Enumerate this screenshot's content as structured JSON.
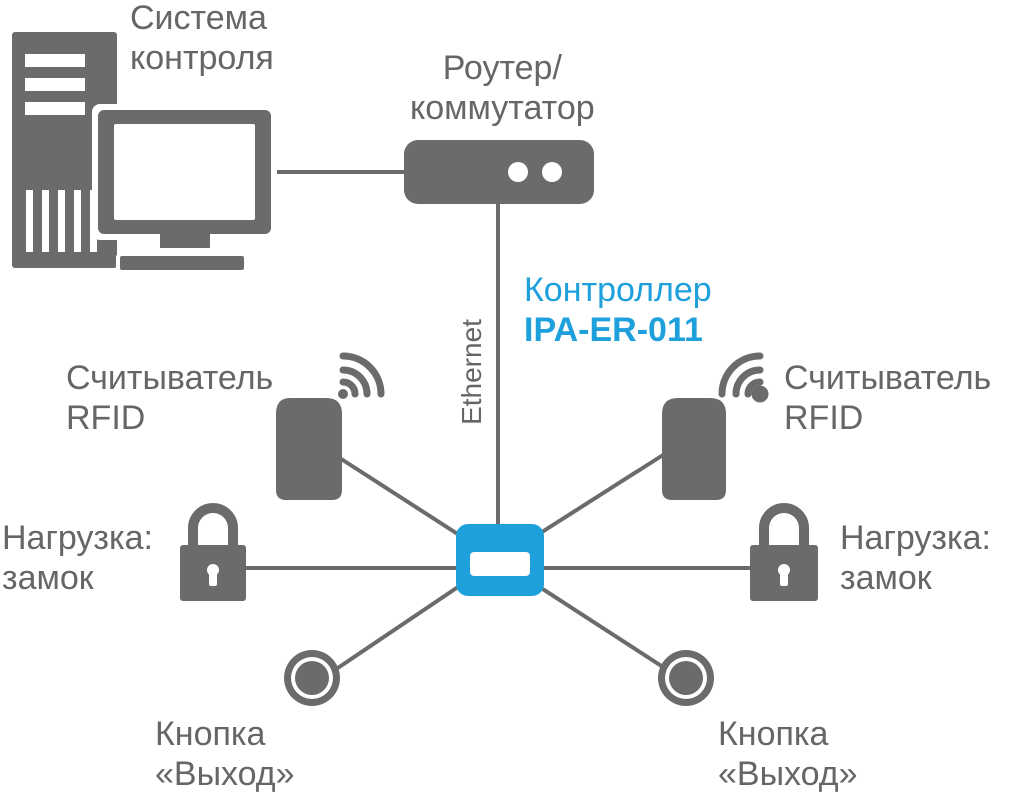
{
  "colors": {
    "device_gray": "#6b6b6b",
    "line_gray": "#6b6b6b",
    "accent_blue": "#1ea0dc",
    "background": "#ffffff"
  },
  "nodes": {
    "control_system": {
      "line1": "Система",
      "line2": "контроля",
      "icon": "computer-icon"
    },
    "router": {
      "line1": "Роутер/",
      "line2": "коммутатор",
      "icon": "router-icon"
    },
    "controller": {
      "line1": "Контроллер",
      "line2": "IPA-ER-011",
      "icon": "controller-icon"
    },
    "reader_left": {
      "line1": "Считыватель",
      "line2": "RFID",
      "icon": "rfid-reader-icon"
    },
    "reader_right": {
      "line1": "Считыватель",
      "line2": "RFID",
      "icon": "rfid-reader-icon"
    },
    "lock_left": {
      "line1": "Нагрузка:",
      "line2": "замок",
      "icon": "lock-icon"
    },
    "lock_right": {
      "line1": "Нагрузка:",
      "line2": "замок",
      "icon": "lock-icon"
    },
    "button_left": {
      "line1": "Кнопка",
      "line2": "«Выход»",
      "icon": "button-icon"
    },
    "button_right": {
      "line1": "Кнопка",
      "line2": "«Выход»",
      "icon": "button-icon"
    }
  },
  "links": {
    "ethernet_label": "Ethernet"
  }
}
